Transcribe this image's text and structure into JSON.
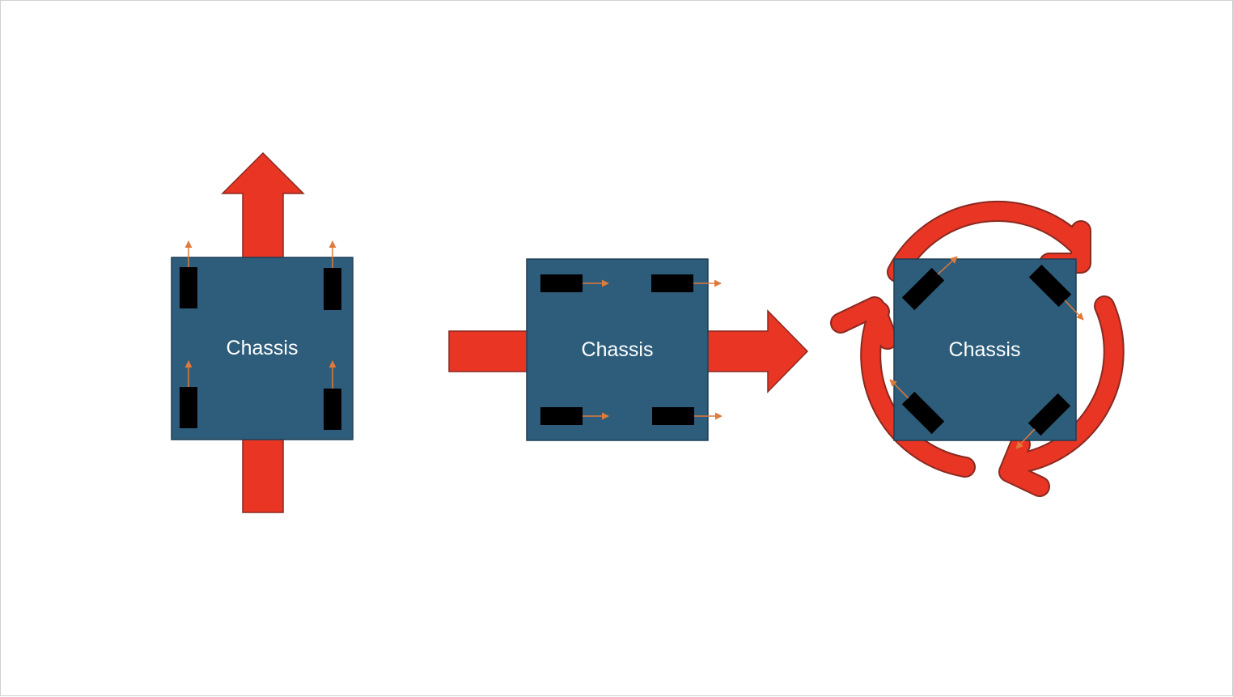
{
  "colors": {
    "chassis_fill": "#2D5D7B",
    "chassis_stroke": "#1F3F55",
    "motion_arrow": "#E83524",
    "motion_arrow_stroke": "#8A2A20",
    "wheel": "#000000",
    "wheel_vector": "#E07A3A",
    "background": "#FFFFFF"
  },
  "panels": [
    {
      "chassis_label": "Chassis",
      "motion": "forward"
    },
    {
      "chassis_label": "Chassis",
      "motion": "strafe-right"
    },
    {
      "chassis_label": "Chassis",
      "motion": "rotate-clockwise"
    }
  ]
}
